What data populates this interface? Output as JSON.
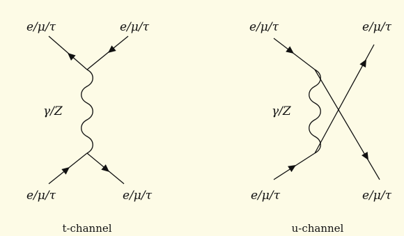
{
  "diagrams": [
    {
      "caption": "t-channel",
      "labels": {
        "top_left": "e/μ/τ",
        "top_right": "e/μ/τ",
        "boson": "γ/Z",
        "bottom_left": "e/μ/τ",
        "bottom_right": "e/μ/τ"
      }
    },
    {
      "caption": "u-channel",
      "labels": {
        "top_left": "e/μ/τ",
        "top_right": "e/μ/τ",
        "boson": "γ/Z",
        "bottom_left": "e/μ/τ",
        "bottom_right": "e/μ/τ"
      }
    }
  ],
  "colors": {
    "background": "#fdfbe6",
    "ink": "#111111"
  }
}
